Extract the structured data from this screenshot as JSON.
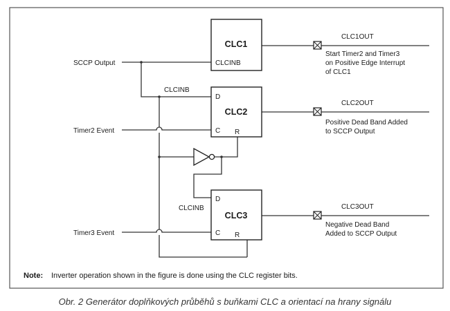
{
  "blocks": {
    "clc1": {
      "title": "CLC1",
      "pin_clcinb": "CLCINB"
    },
    "clc2": {
      "title": "CLC2",
      "pin_d": "D",
      "pin_c": "C",
      "pin_r": "R"
    },
    "clc3": {
      "title": "CLC3",
      "pin_d": "D",
      "pin_c": "C",
      "pin_r": "R"
    }
  },
  "inputs": {
    "sccp_output": "SCCP Output",
    "timer2_event": "Timer2 Event",
    "timer3_event": "Timer3 Event",
    "clcinb_2": "CLCINB",
    "clcinb_3": "CLCINB"
  },
  "outputs": {
    "clc1out": {
      "label": "CLC1OUT",
      "desc": [
        "Start Timer2 and Timer3",
        "on Positive Edge Interrupt",
        "of CLC1"
      ]
    },
    "clc2out": {
      "label": "CLC2OUT",
      "desc": [
        "Positive Dead Band Added",
        "to SCCP Output"
      ]
    },
    "clc3out": {
      "label": "CLC3OUT",
      "desc": [
        "Negative Dead Band",
        "Added to SCCP Output"
      ]
    }
  },
  "note": {
    "label": "Note:",
    "text": "Inverter operation shown in the figure is done using the CLC register bits."
  },
  "caption": "Obr. 2  Generátor doplňkových průběhů s buňkami CLC a orientací na hrany signálu"
}
